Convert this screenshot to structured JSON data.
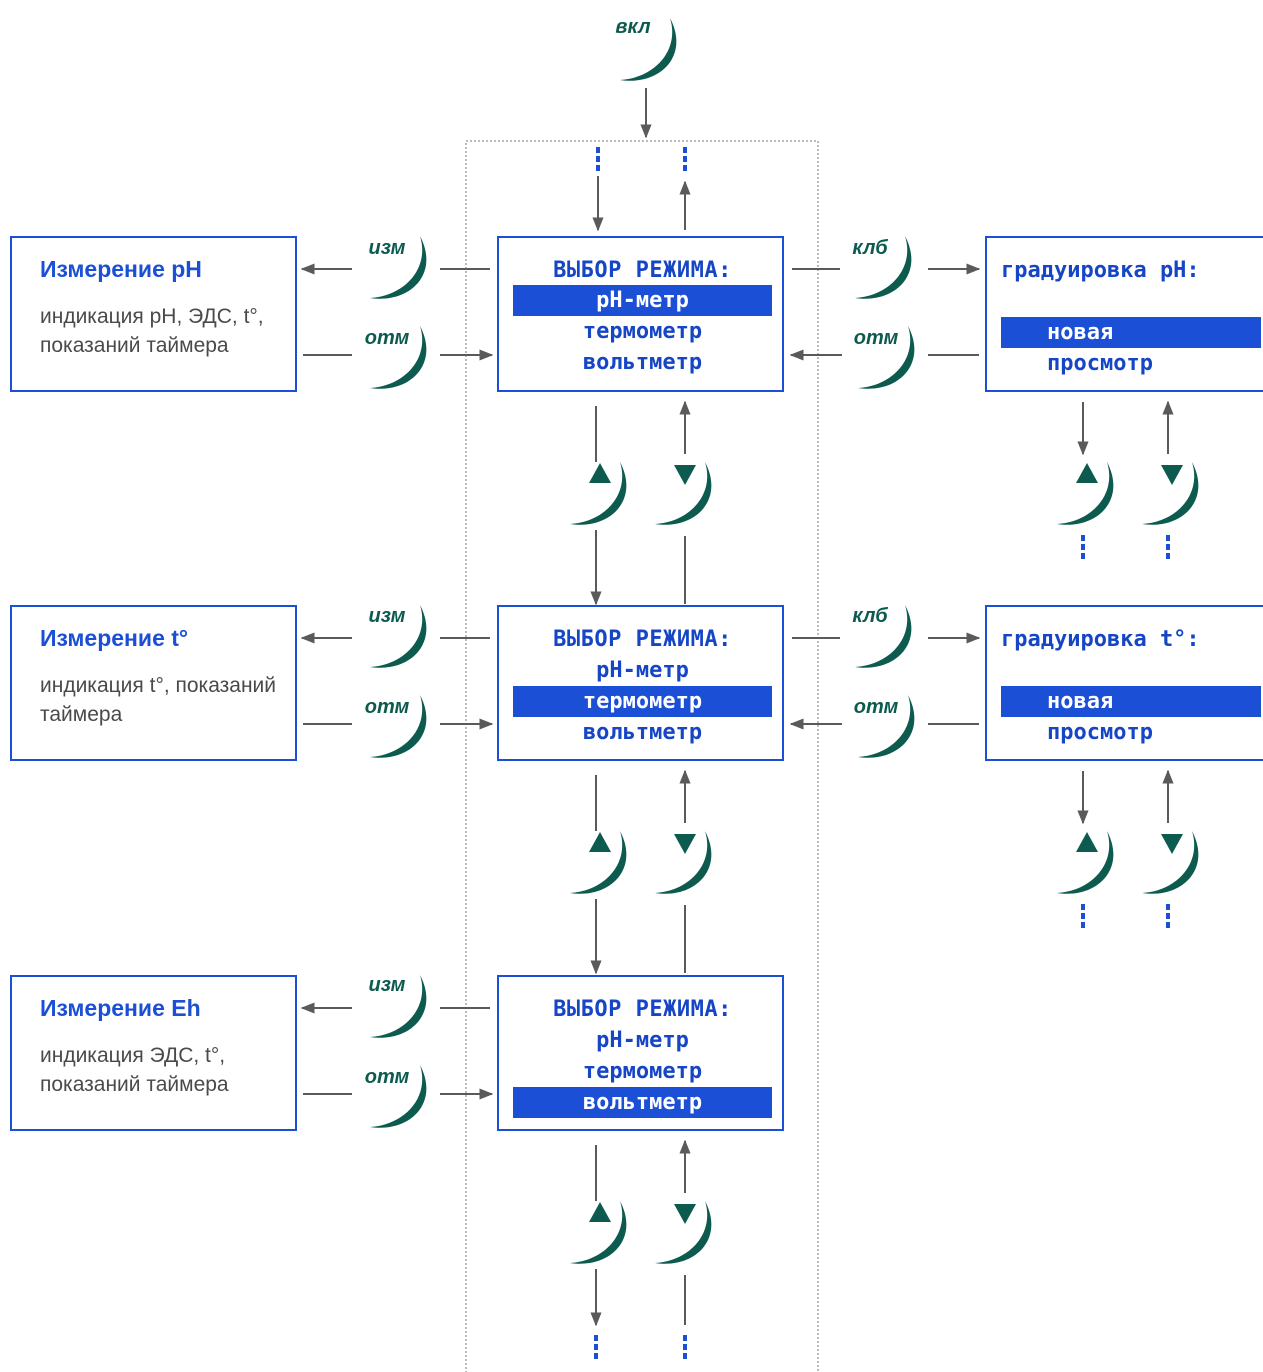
{
  "buttons": {
    "power": "вкл",
    "measure": "изм",
    "cancel": "отм",
    "calibrate": "клб"
  },
  "mode_screens": [
    {
      "title": "ВЫБОР РЕЖИМА:",
      "items": [
        "pH-метр",
        "термометр",
        "вольтметр"
      ],
      "selected": 0
    },
    {
      "title": "ВЫБОР РЕЖИМА:",
      "items": [
        "pH-метр",
        "термометр",
        "вольтметр"
      ],
      "selected": 1
    },
    {
      "title": "ВЫБОР РЕЖИМА:",
      "items": [
        "pH-метр",
        "термометр",
        "вольтметр"
      ],
      "selected": 2
    }
  ],
  "measurement_boxes": [
    {
      "title": "Измерение pH",
      "desc": "индикация pH, ЭДС, t°, показаний таймера"
    },
    {
      "title": "Измерение t°",
      "desc": "индикация t°, показаний таймера"
    },
    {
      "title": "Измерение Eh",
      "desc": "индикация ЭДС, t°, показаний таймера"
    }
  ],
  "calibration_boxes": [
    {
      "title": "градуировка pH:",
      "items": [
        "новая",
        "просмотр"
      ],
      "selected": 0
    },
    {
      "title": "градуировка t°:",
      "items": [
        "новая",
        "просмотр"
      ],
      "selected": 0
    }
  ],
  "colors": {
    "screen_border": "#1c4fd8",
    "highlight": "#1b4fd6",
    "button": "#0d5a4e",
    "arrow": "#5a5a5a",
    "ellipsis": "#1b4fd6"
  },
  "icons": [
    "power-button-icon",
    "up-button-icon",
    "down-button-icon",
    "ellipsis-icon"
  ]
}
